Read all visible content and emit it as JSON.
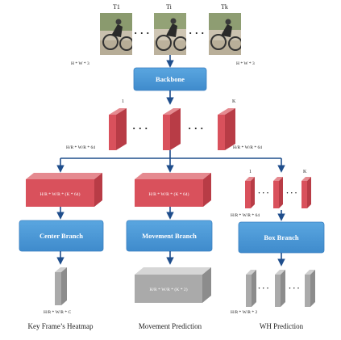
{
  "frames": {
    "labels": [
      "T1",
      "Ti",
      "Tk"
    ],
    "dim_label": "H * W * 3",
    "ellipsis": "· · ·"
  },
  "backbone": {
    "label": "Backbone"
  },
  "features": {
    "labels": [
      "1",
      "K"
    ],
    "dim_label": "H/R * W/R * 64",
    "ellipsis": "· · ·"
  },
  "branches": {
    "center": {
      "label": "Center Branch",
      "input_label": "H/R * W/R * (K * 64)",
      "output_label": "H/R * W/R * C",
      "caption": "Key Frame’s Heatmap"
    },
    "movement": {
      "label": "Movement Branch",
      "input_label": "H/R * W/R * (K * 64)",
      "output_label": "H/R * W/R * (K * 2)",
      "caption": "Movement Prediction"
    },
    "box": {
      "label": "Box Branch",
      "input_labels": [
        "1",
        "K"
      ],
      "input_dim_label": "H/R * W/R * 64",
      "output_dim_label": "H/R * W/R * 2",
      "caption": "WH Prediction",
      "ellipsis": "· · ·"
    }
  },
  "colors": {
    "button_blue": "#4b9ad8",
    "tensor_red": "#d9515c",
    "tensor_gray": "#aaaaaa",
    "arrow_blue": "#1f4e8c"
  }
}
